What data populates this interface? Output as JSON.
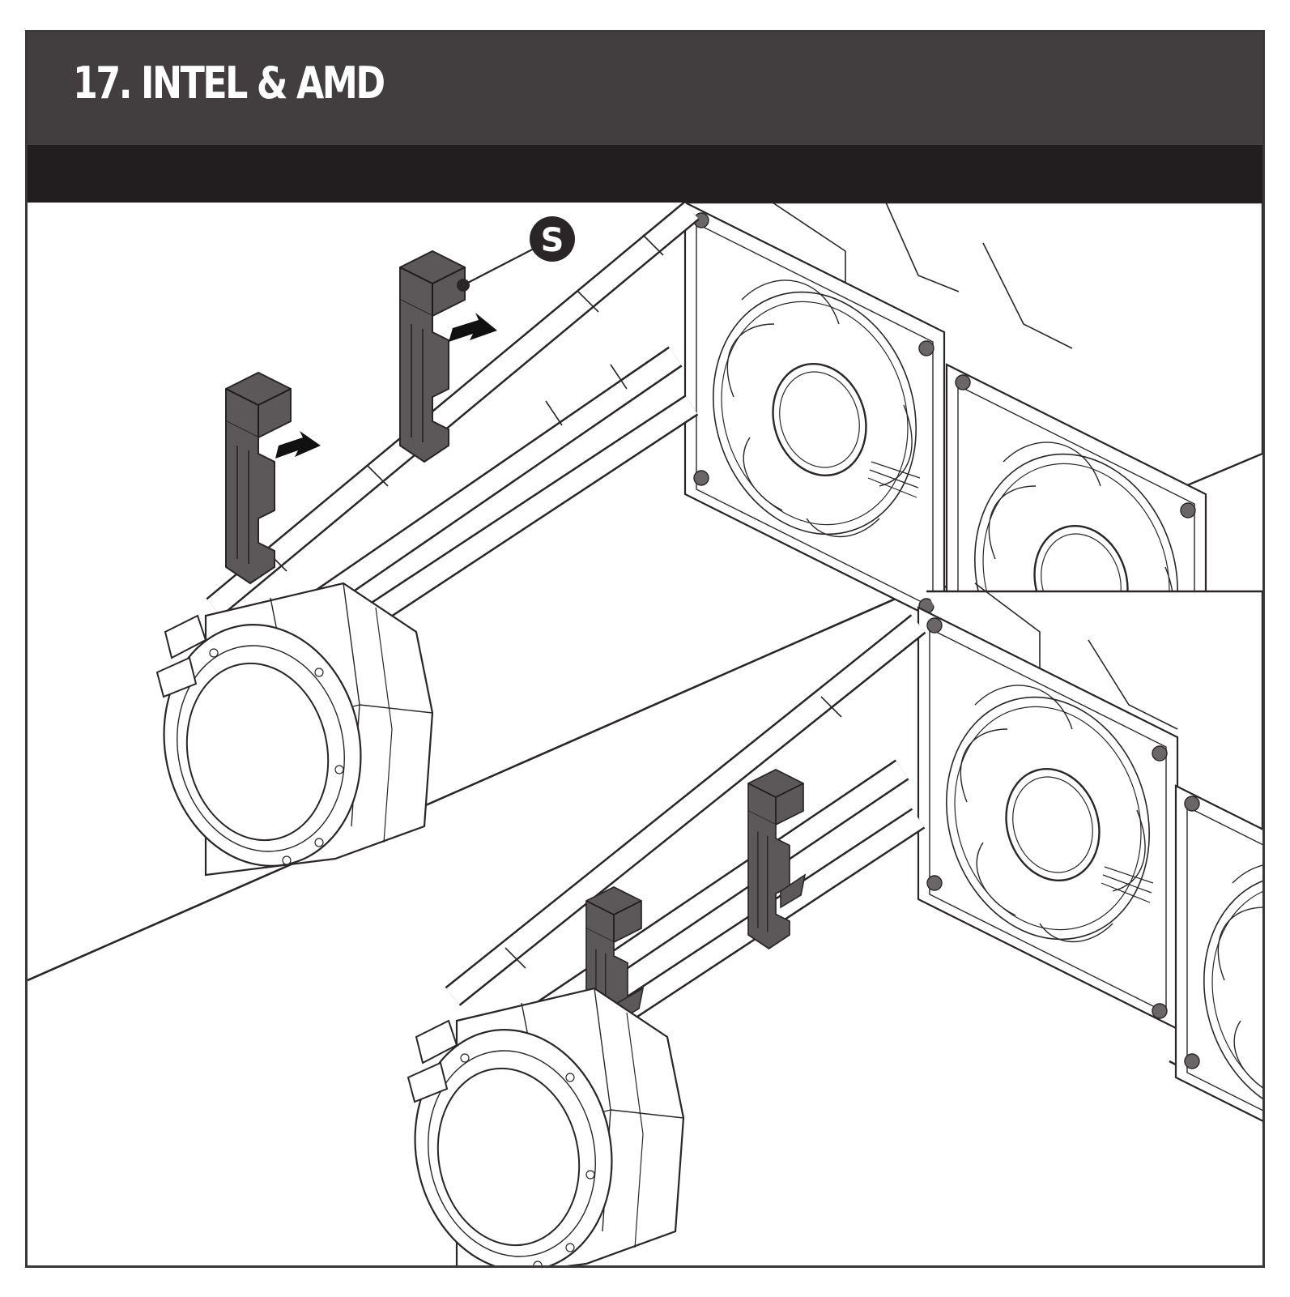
{
  "step": {
    "title": "17. INTEL & AMD",
    "subtitle": ""
  },
  "callouts": [
    {
      "letter": "S"
    }
  ],
  "colors": {
    "header": "#423e3f",
    "subbar": "#221e1f",
    "line": "#2a2627",
    "clip": "#5c5859",
    "arrow": "#111111"
  },
  "icons": [
    "arrow-icon",
    "callout-badge"
  ]
}
